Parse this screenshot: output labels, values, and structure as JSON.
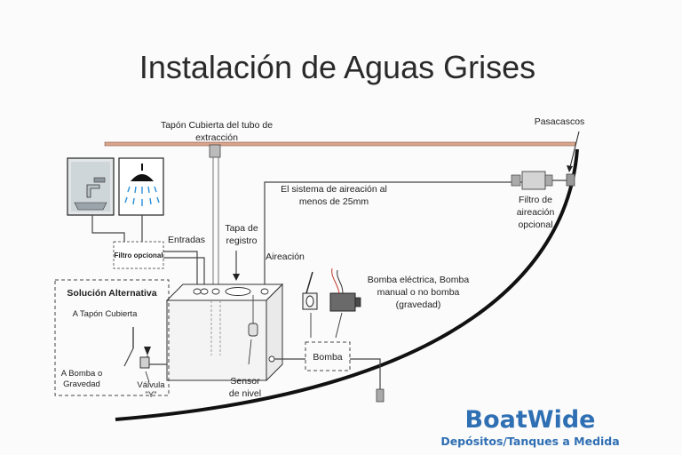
{
  "title": "Instalación de Aguas Grises",
  "labels": {
    "deck_cap": [
      "Tapón Cubierta del tubo de",
      "extracción"
    ],
    "thru_hull": "Pasacascos",
    "aeration_system": [
      "El sistema de aireación al",
      "menos de 25mm"
    ],
    "aeration_filter": [
      "Filtro de",
      "aireación",
      "opcional"
    ],
    "inputs": "Entradas",
    "inspection_cover": [
      "Tapa de",
      "registro"
    ],
    "aeration": "Aireación",
    "optional_filter": "Filtro opcional",
    "pump_options": [
      "Bomba eléctrica, Bomba",
      "manual o no bomba",
      "(gravedad)"
    ],
    "level_sensor": [
      "Sensor",
      "de nivel"
    ],
    "pump": "Bomba"
  },
  "alternative": {
    "title": "Solución Alternativa",
    "to_deck_cap": "A Tapón Cubierta",
    "to_pump": [
      "A Bomba o",
      "Gravedad"
    ],
    "valve": [
      "Válvula",
      "\"Y\""
    ]
  },
  "brand": {
    "name": "BoatWide",
    "tagline": "Depósitos/Tanques a Medida",
    "color": "#2f6fb3"
  },
  "colors": {
    "deck": "#d9a58c",
    "tank_fill": "#f4f4f4",
    "shower_water": "#2b8fd8"
  }
}
